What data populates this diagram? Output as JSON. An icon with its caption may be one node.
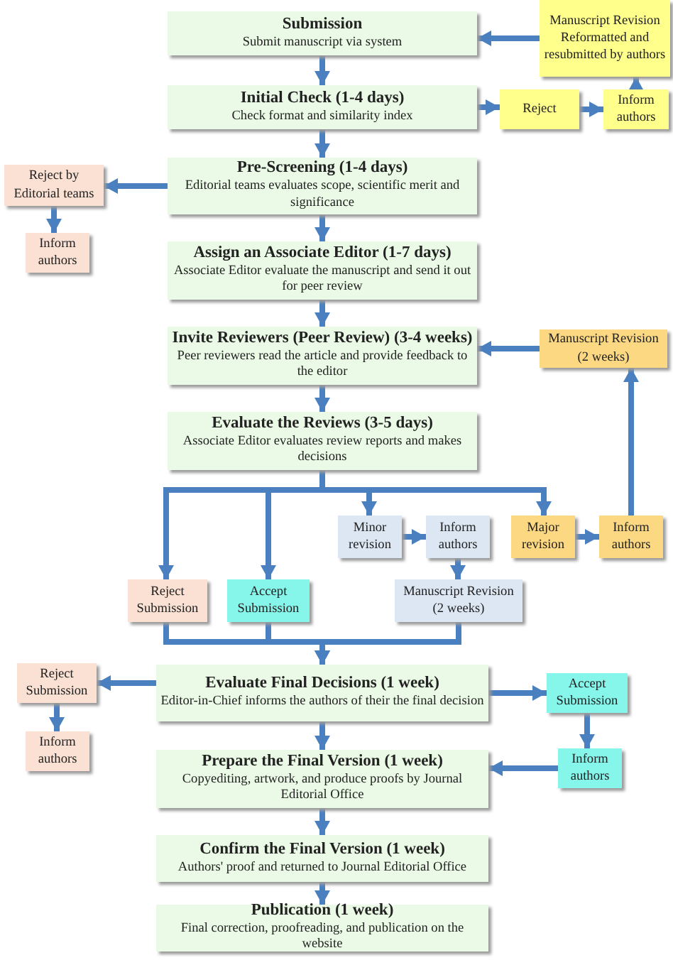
{
  "diagram": {
    "nodes": [
      {
        "text": [
          "Submission",
          "Submit manuscript via system"
        ]
      },
      {
        "text": [
          "Manuscript Revision",
          "Reformatted and resubmitted by authors"
        ]
      },
      {
        "text": [
          "Initial Check (1-4 days)",
          "Check format and similarity index"
        ]
      },
      {
        "text": [
          "Reject"
        ]
      },
      {
        "text": [
          "Inform authors"
        ]
      },
      {
        "text": [
          "Reject by Editorial teams"
        ]
      },
      {
        "text": [
          "Pre-Screening (1-4 days)",
          "Editorial teams evaluates scope, scientific merit and significance"
        ]
      },
      {
        "text": [
          "Inform authors"
        ]
      },
      {
        "text": [
          "Assign an Associate Editor (1-7 days)",
          "Associate Editor evaluate the manuscript and send it out for peer review"
        ]
      },
      {
        "text": [
          "Invite Reviewers (Peer Review) (3-4 weeks)",
          "Peer reviewers read the article and provide feedback to the editor"
        ]
      },
      {
        "text": [
          "Manuscript Revision (2 weeks)"
        ]
      },
      {
        "text": [
          "Evaluate the Reviews (3-5 days)",
          "Associate Editor evaluates review reports and makes decisions"
        ]
      },
      {
        "text": [
          "Minor revision"
        ]
      },
      {
        "text": [
          "Inform authors"
        ]
      },
      {
        "text": [
          "Major revision"
        ]
      },
      {
        "text": [
          "Inform authors"
        ]
      },
      {
        "text": [
          "Reject Submission"
        ]
      },
      {
        "text": [
          "Accept Submission"
        ]
      },
      {
        "text": [
          "Manuscript Revision (2 weeks)"
        ]
      },
      {
        "text": [
          "Reject Submission"
        ]
      },
      {
        "text": [
          "Evaluate Final Decisions (1 week)",
          "Editor-in-Chief informs the authors of their the final decision"
        ]
      },
      {
        "text": [
          "Accept Submission"
        ]
      },
      {
        "text": [
          "Inform authors"
        ]
      },
      {
        "text": [
          "Prepare the Final Version (1 week)",
          "Copyediting, artwork, and produce proofs by Journal Editorial Office"
        ]
      },
      {
        "text": [
          "Inform authors"
        ]
      },
      {
        "text": [
          "Confirm the Final Version (1 week)",
          "Authors' proof and returned to Journal Editorial Office"
        ]
      },
      {
        "text": [
          "Publication (1 week)",
          "Final correction, proofreading, and publication on the website"
        ]
      }
    ],
    "edges": [
      {
        "from": 1,
        "to": 0,
        "arrow": "to"
      },
      {
        "from": 0,
        "to": 2,
        "arrow": "to"
      },
      {
        "from": 2,
        "to": 3,
        "arrow": "to"
      },
      {
        "from": 3,
        "to": 4,
        "arrow": "to"
      },
      {
        "from": 4,
        "to": 1,
        "arrow": "to"
      },
      {
        "from": 2,
        "to": 6,
        "arrow": "to"
      },
      {
        "from": 6,
        "to": 5,
        "arrow": "to"
      },
      {
        "from": 5,
        "to": 7,
        "arrow": "to"
      },
      {
        "from": 6,
        "to": 8,
        "arrow": "to"
      },
      {
        "from": 8,
        "to": 9,
        "arrow": "to"
      },
      {
        "from": 10,
        "to": 9,
        "arrow": "to"
      },
      {
        "from": 9,
        "to": 11,
        "arrow": "to"
      },
      {
        "from": 11,
        "to": 16,
        "arrow": "to"
      },
      {
        "from": 11,
        "to": 17,
        "arrow": "to"
      },
      {
        "from": 11,
        "to": 12,
        "arrow": "to"
      },
      {
        "from": 11,
        "to": 14,
        "arrow": "to"
      },
      {
        "from": 12,
        "to": 13,
        "arrow": "to"
      },
      {
        "from": 14,
        "to": 15,
        "arrow": "to"
      },
      {
        "from": 15,
        "to": 10,
        "arrow": "to"
      },
      {
        "from": 13,
        "to": 18,
        "arrow": "to"
      },
      {
        "from": 16,
        "to": 20,
        "arrow": "to"
      },
      {
        "from": 17,
        "to": 20,
        "arrow": "to"
      },
      {
        "from": 18,
        "to": 20,
        "arrow": "to"
      },
      {
        "from": 20,
        "to": 19,
        "arrow": "to"
      },
      {
        "from": 20,
        "to": 21,
        "arrow": "to"
      },
      {
        "from": 19,
        "to": 22,
        "arrow": "to"
      },
      {
        "from": 21,
        "to": 24,
        "arrow": "to"
      },
      {
        "from": 20,
        "to": 23,
        "arrow": "to"
      },
      {
        "from": 24,
        "to": 23,
        "arrow": "to"
      },
      {
        "from": 23,
        "to": 25,
        "arrow": "to"
      },
      {
        "from": 25,
        "to": 26,
        "arrow": "to"
      }
    ]
  }
}
